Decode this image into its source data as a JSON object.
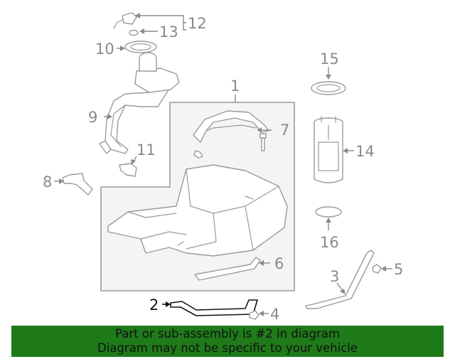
{
  "diagram": {
    "callouts": {
      "c1": "1",
      "c2": "2",
      "c3": "3",
      "c4": "4",
      "c5": "5",
      "c6": "6",
      "c7": "7",
      "c8": "8",
      "c9": "9",
      "c10": "10",
      "c11": "11",
      "c12": "12",
      "c13": "13",
      "c14": "14",
      "c15": "15",
      "c16": "16"
    },
    "highlighted_part": "2",
    "colors": {
      "line": "#9a9a9a",
      "highlight": "#111111",
      "banner": "#1f7a1a"
    }
  },
  "banner": {
    "line1": "Part or sub-assembly is #2 in diagram",
    "line2": "Diagram may not be specific to your vehicle"
  }
}
